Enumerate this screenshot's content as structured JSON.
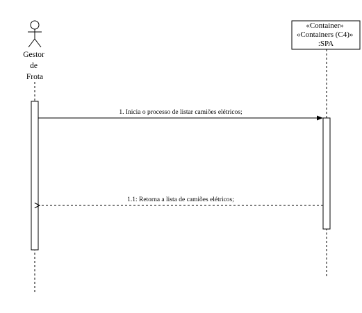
{
  "participants": {
    "actor": {
      "label_lines": [
        "Gestor",
        "de",
        "Frota"
      ],
      "icon": "stick-figure-icon"
    },
    "container": {
      "label_lines": [
        "«Container»",
        "«Containers (C4)»",
        ":SPA"
      ]
    }
  },
  "messages": [
    {
      "label": "1. Inicia o processo de listar camiões elétricos;",
      "style": "solid"
    },
    {
      "label": "1.1: Retorna a lista de camiões elétricos;",
      "style": "dashed"
    }
  ],
  "colors": {
    "stroke": "#000000",
    "background": "#ffffff"
  }
}
